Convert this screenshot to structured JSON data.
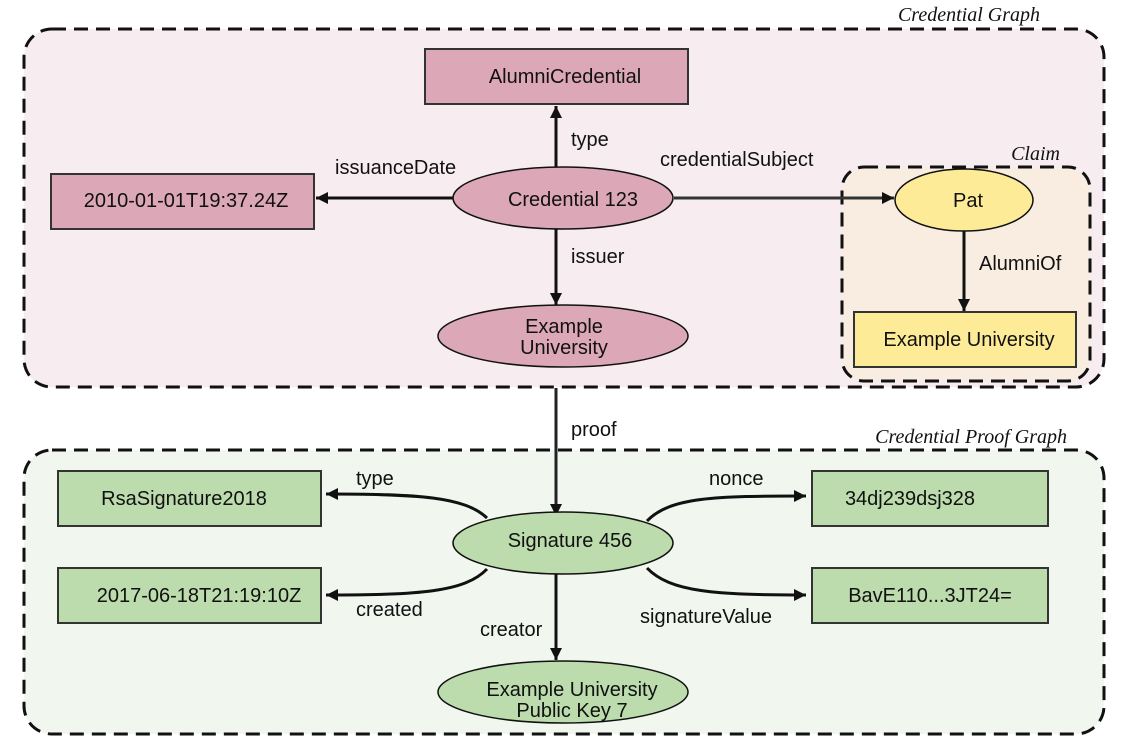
{
  "colors": {
    "credential_group_fill": "#f7ecf0",
    "claim_group_fill": "#f9ede2",
    "proof_group_fill": "#f1f6ee",
    "credential_node_fill": "#dca8b8",
    "claim_node_fill": "#fdeb98",
    "proof_node_fill": "#bcdcad",
    "stroke": "#111111"
  },
  "groups": {
    "credential_graph": "Credential Graph",
    "claim": "Claim",
    "proof_graph": "Credential Proof Graph"
  },
  "nodes": {
    "alumni_credential": "AlumniCredential",
    "issuance_date_value": "2010-01-01T19:37.24Z",
    "credential": "Credential 123",
    "issuer_line1": "Example",
    "issuer_line2": "University",
    "pat": "Pat",
    "claim_university": "Example University",
    "signature": "Signature 456",
    "rsa_type": "RsaSignature2018",
    "created_value": "2017-06-18T21:19:10Z",
    "nonce_value": "34dj239dsj328",
    "signature_value": "BavE110...3JT24=",
    "public_key_line1": "Example University",
    "public_key_line2": "Public Key 7"
  },
  "edges": {
    "type_top": "type",
    "issuance_date": "issuanceDate",
    "credential_subject": "credentialSubject",
    "issuer": "issuer",
    "alumni_of": "AlumniOf",
    "proof": "proof",
    "type_proof": "type",
    "created": "created",
    "nonce": "nonce",
    "signature_value": "signatureValue",
    "creator": "creator"
  }
}
